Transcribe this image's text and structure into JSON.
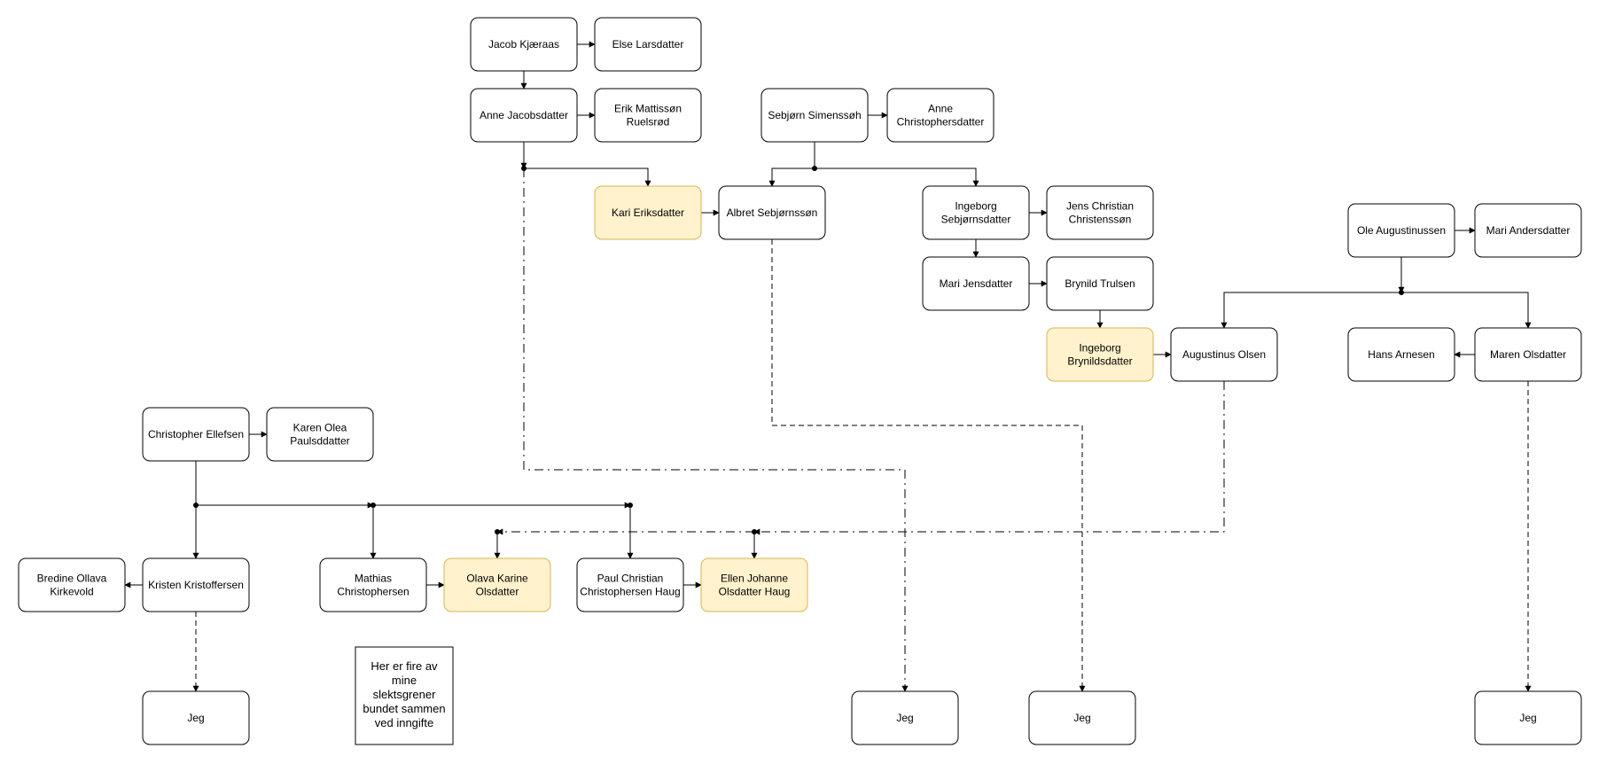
{
  "colors": {
    "line": "#000000",
    "box_fill": "#ffffff",
    "highlight_fill": "#fff2cc",
    "highlight_stroke": "#d6b656"
  },
  "nodes": {
    "jacob": {
      "lines": [
        "Jacob Kjæraas"
      ],
      "highlight": false
    },
    "else_l": {
      "lines": [
        "Else Larsdatter"
      ],
      "highlight": false
    },
    "anne_j": {
      "lines": [
        "Anne Jacobsdatter"
      ],
      "highlight": false
    },
    "erik": {
      "lines": [
        "Erik Mattissøn",
        "Ruelsrød"
      ],
      "highlight": false
    },
    "sebjorn": {
      "lines": [
        "Sebjørn Simenssøh"
      ],
      "highlight": false
    },
    "anne_c": {
      "lines": [
        "Anne",
        "Christophersdatter"
      ],
      "highlight": false
    },
    "kari": {
      "lines": [
        "Kari  Eriksdatter"
      ],
      "highlight": true
    },
    "albret": {
      "lines": [
        "Albret Sebjørnssøn"
      ],
      "highlight": false
    },
    "ingeborg_s": {
      "lines": [
        "Ingeborg",
        "Sebjørnsdatter"
      ],
      "highlight": false
    },
    "jens": {
      "lines": [
        "Jens Christian",
        "Christenssøn"
      ],
      "highlight": false
    },
    "mari_j": {
      "lines": [
        "Mari Jensdatter"
      ],
      "highlight": false
    },
    "brynild": {
      "lines": [
        "Brynild Trulsen"
      ],
      "highlight": false
    },
    "ingeborg_b": {
      "lines": [
        "Ingeborg",
        "Brynildsdatter"
      ],
      "highlight": true
    },
    "augustinus": {
      "lines": [
        "Augustinus Olsen"
      ],
      "highlight": false
    },
    "ole": {
      "lines": [
        "Ole Augustinussen"
      ],
      "highlight": false
    },
    "mari_a": {
      "lines": [
        "Mari Andersdatter"
      ],
      "highlight": false
    },
    "hans": {
      "lines": [
        "Hans Arnesen"
      ],
      "highlight": false
    },
    "maren": {
      "lines": [
        "Maren Olsdatter"
      ],
      "highlight": false
    },
    "christopher": {
      "lines": [
        "Christopher Ellefsen"
      ],
      "highlight": false
    },
    "karen": {
      "lines": [
        "Karen Olea",
        "Paulsddatter"
      ],
      "highlight": false
    },
    "bredine": {
      "lines": [
        "Bredine Ollava",
        "Kirkevold"
      ],
      "highlight": false
    },
    "kristen": {
      "lines": [
        "Kristen Kristoffersen"
      ],
      "highlight": false
    },
    "mathias": {
      "lines": [
        "Mathias",
        "Christophersen"
      ],
      "highlight": false
    },
    "olava": {
      "lines": [
        "Olava Karine",
        "Olsdatter"
      ],
      "highlight": true
    },
    "paul": {
      "lines": [
        "Paul Christian",
        "Christophersen Haug"
      ],
      "highlight": false
    },
    "ellen": {
      "lines": [
        "Ellen Johanne",
        "Olsdatter Haug"
      ],
      "highlight": true
    },
    "jeg1": {
      "lines": [
        "Jeg"
      ],
      "highlight": false
    },
    "jeg2": {
      "lines": [
        "Jeg"
      ],
      "highlight": false
    },
    "jeg3": {
      "lines": [
        "Jeg"
      ],
      "highlight": false
    },
    "jeg4": {
      "lines": [
        "Jeg"
      ],
      "highlight": false
    }
  },
  "note": {
    "lines": [
      "Her er fire av",
      "mine",
      "slektsgrener",
      "bundet sammen",
      "ved inngifte"
    ]
  }
}
